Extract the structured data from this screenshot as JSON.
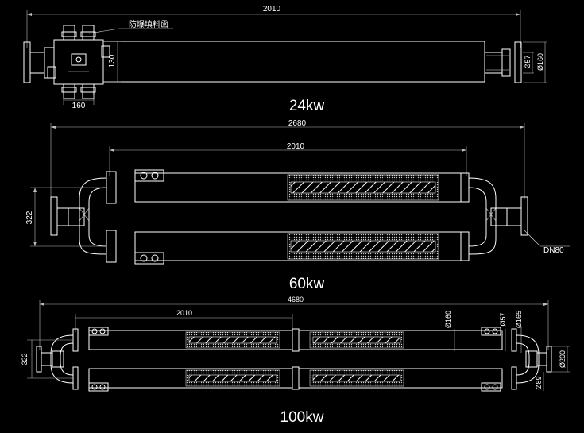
{
  "diagram_24kw": {
    "power_label": "24kw",
    "length_label": "2010",
    "box_label": "防爆填料函",
    "box_height_label": "130",
    "box_width_label": "160",
    "dia_inner_label": "Ø57",
    "dia_outer_label": "Ø160"
  },
  "diagram_60kw": {
    "power_label": "60kw",
    "overall_label": "2680",
    "length_label": "2010",
    "spacing_label": "322",
    "nozzle_label": "DN80"
  },
  "diagram_100kw": {
    "power_label": "100kw",
    "overall_label": "4680",
    "length_label": "2010",
    "spacing_label": "322",
    "dia_160_label": "Ø160",
    "dia_57_label": "Ø57",
    "dia_165_label": "Ø165",
    "dia_200_label": "Ø200",
    "dia_89_label": "Ø89"
  }
}
